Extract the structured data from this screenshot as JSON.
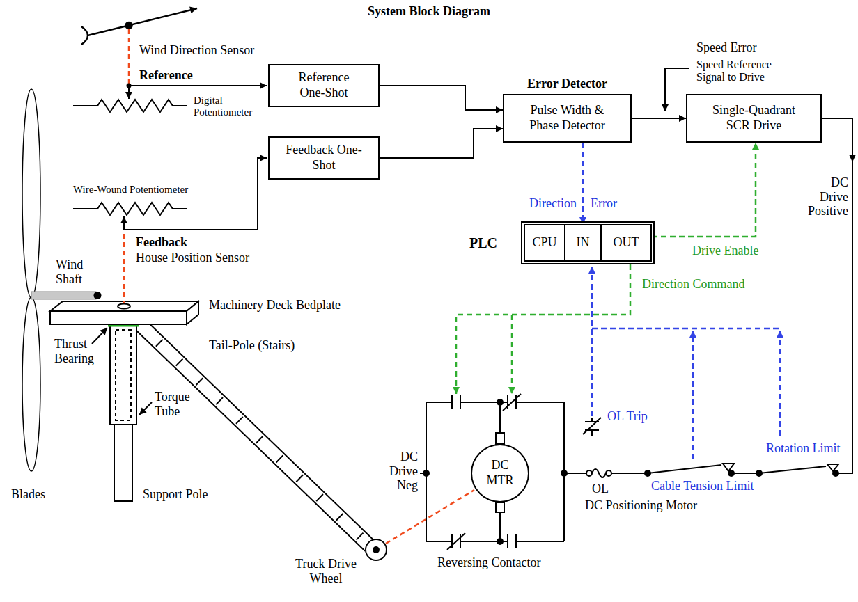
{
  "diagram": {
    "title": "System Block Diagram",
    "nodes": [
      {
        "text": [
          "Reference One-Shot"
        ]
      },
      {
        "text": [
          "Feedback One-Shot"
        ]
      },
      {
        "text": [
          "Error Detector",
          "Pulse Width & Phase Detector"
        ]
      },
      {
        "text": [
          "Single-Quadrant SCR Drive"
        ]
      },
      {
        "text": [
          "PLC"
        ]
      },
      {
        "text": [
          "CPU"
        ],
        "in": 4
      },
      {
        "text": [
          "IN"
        ],
        "in": 4
      },
      {
        "text": [
          "OUT"
        ],
        "in": 4
      },
      {
        "text": [
          "DC MTR"
        ]
      }
    ],
    "edges": [
      {
        "from": 0,
        "to": 2,
        "arrow": "to"
      },
      {
        "from": 1,
        "to": 2,
        "arrow": "to"
      },
      {
        "from": 2,
        "to": 3,
        "arrow": "to"
      },
      {
        "from": 2,
        "to": 6,
        "arrow": "to"
      },
      {
        "from": 7,
        "to": 3,
        "arrow": "to",
        "label": "Drive Enable"
      }
    ],
    "labels": [
      "Wind Direction Sensor",
      "Reference",
      "Digital Potentiometer",
      "Speed Error",
      "Speed Reference Signal to Drive",
      "Wire-Wound Potentiometer",
      "Direction",
      "Error",
      "DC Drive Positive",
      "Feedback",
      "House Position Sensor",
      "Wind Shaft",
      "Direction Command",
      "Machinery Deck Bedplate",
      "Thrust Bearing",
      "Tail-Pole (Stairs)",
      "Torque Tube",
      "OL Trip",
      "Rotation Limit",
      "DC Drive Neg",
      "Cable Tension Limit",
      "OL",
      "DC Positioning Motor",
      "Blades",
      "Support Pole",
      "Reversing Contactor",
      "Truck Drive Wheel"
    ]
  }
}
